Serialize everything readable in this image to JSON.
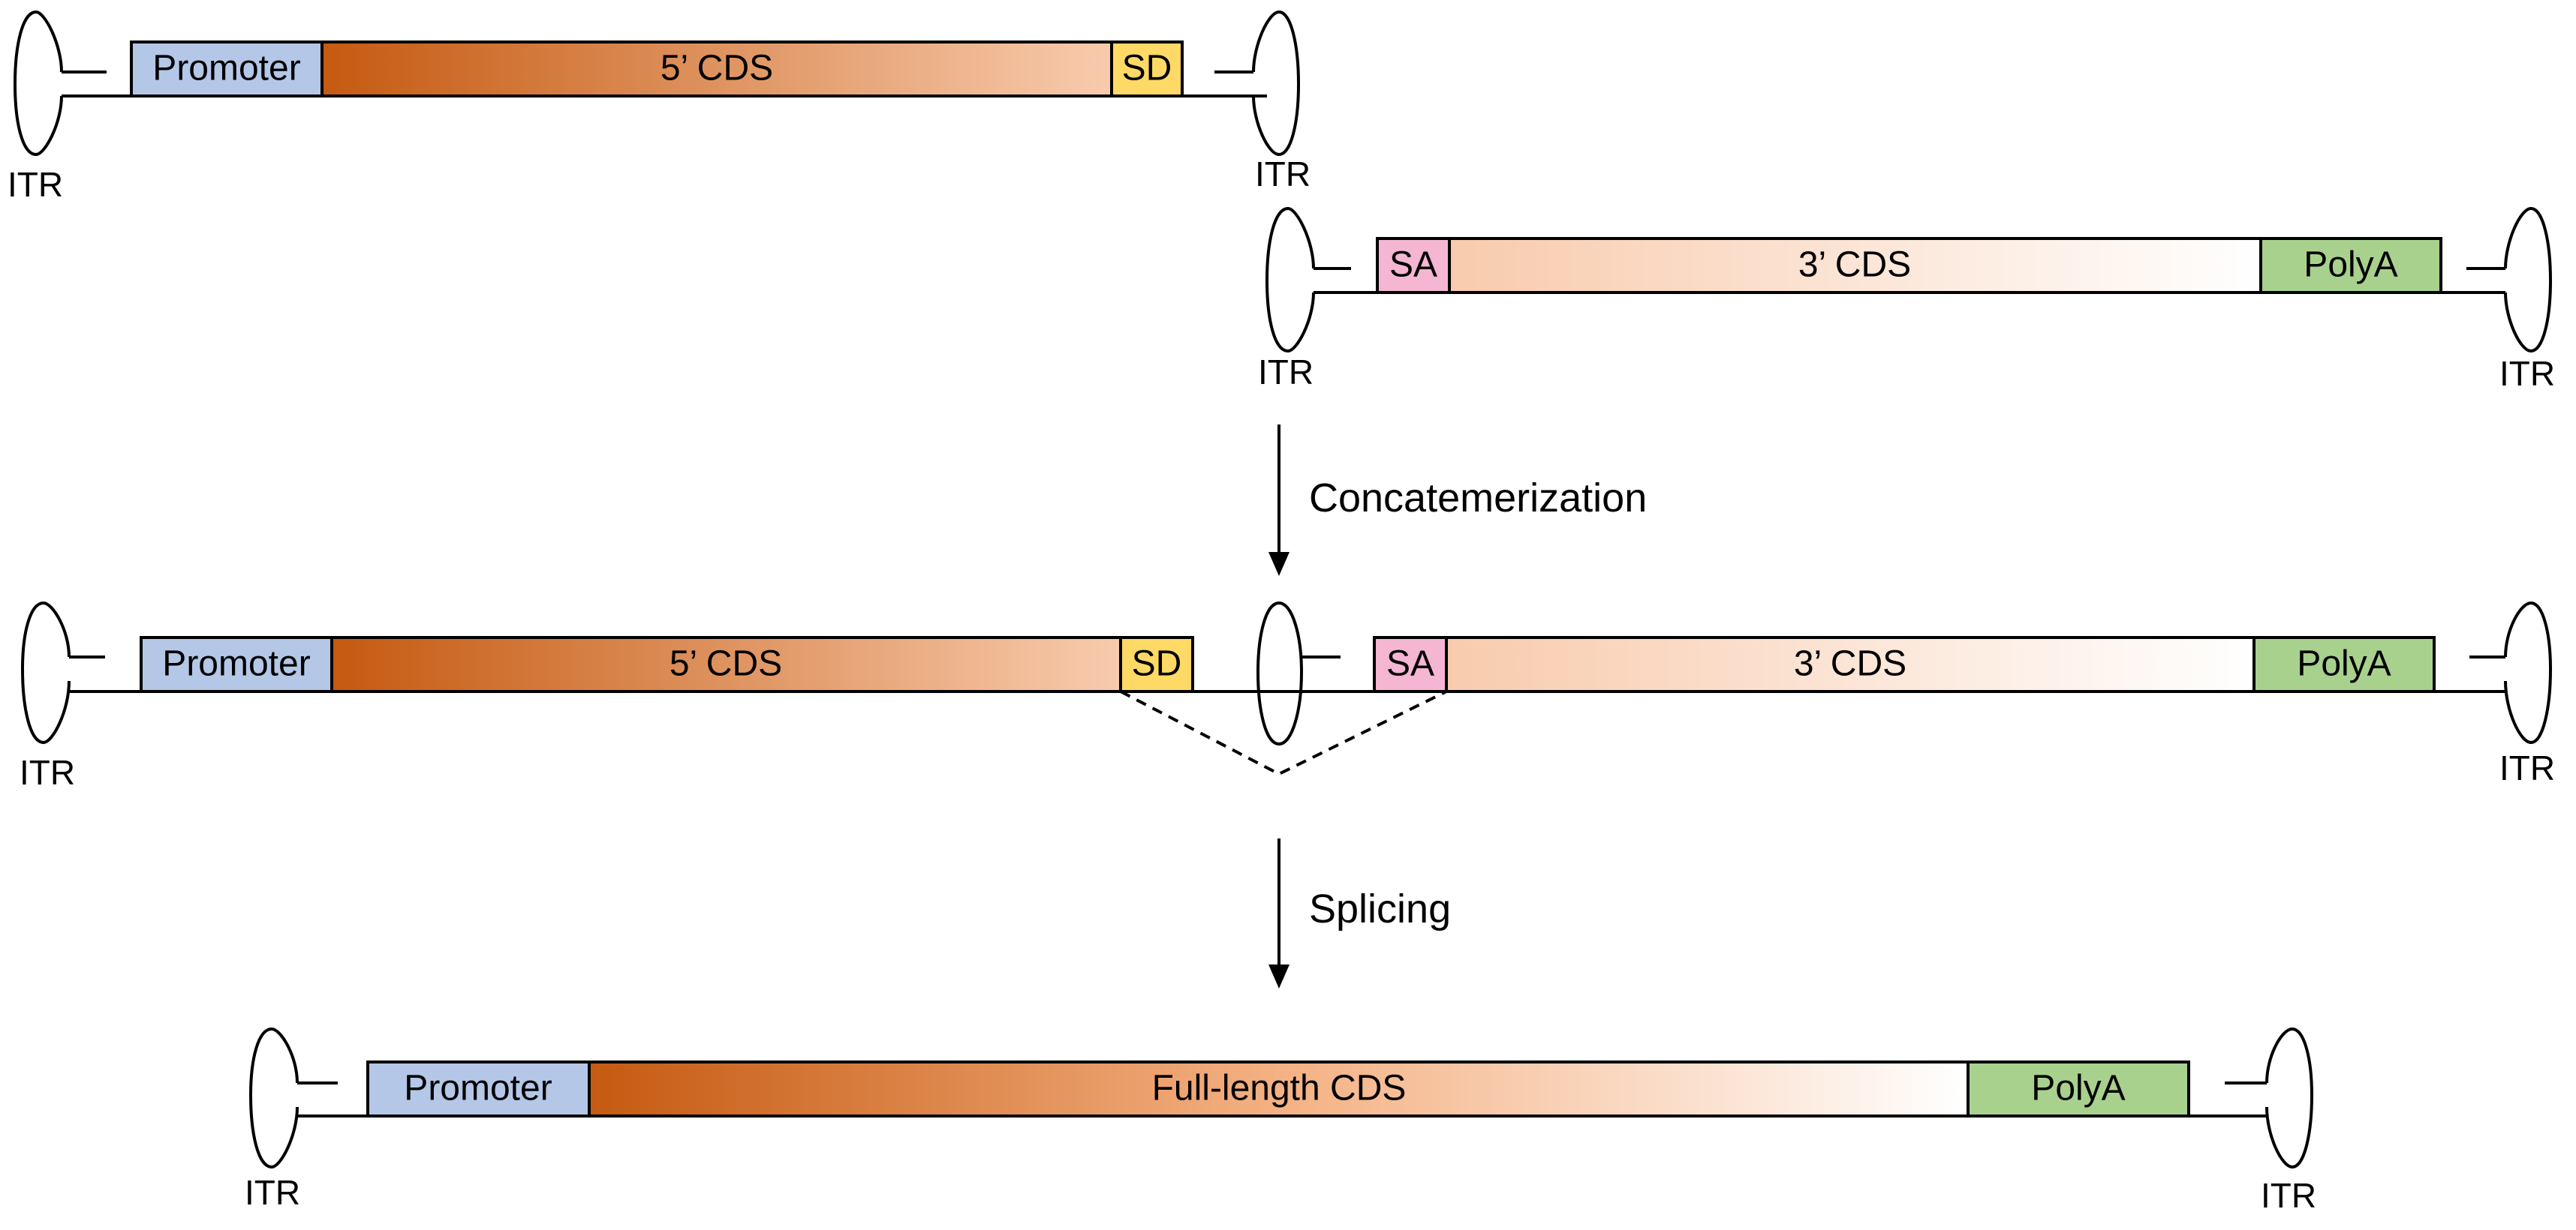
{
  "itr_label": "ITR",
  "colors": {
    "promoter": "#b4c7e7",
    "sd": "#ffd966",
    "sa": "#f4b6d2",
    "polya": "#a9d18e",
    "cds_dark": "#c55a11",
    "cds_light": "#ffffff"
  },
  "vector_5prime": {
    "promoter": "Promoter",
    "cds": "5’ CDS",
    "splice_donor": "SD"
  },
  "vector_3prime": {
    "splice_acceptor": "SA",
    "cds": "3’ CDS",
    "polya": "PolyA"
  },
  "step_1": "Concatemerization",
  "concatemer": {
    "promoter": "Promoter",
    "cds_5": "5’ CDS",
    "splice_donor": "SD",
    "splice_acceptor": "SA",
    "cds_3": "3’ CDS",
    "polya": "PolyA"
  },
  "step_2": "Splicing",
  "product": {
    "promoter": "Promoter",
    "cds": "Full-length CDS",
    "polya": "PolyA"
  }
}
